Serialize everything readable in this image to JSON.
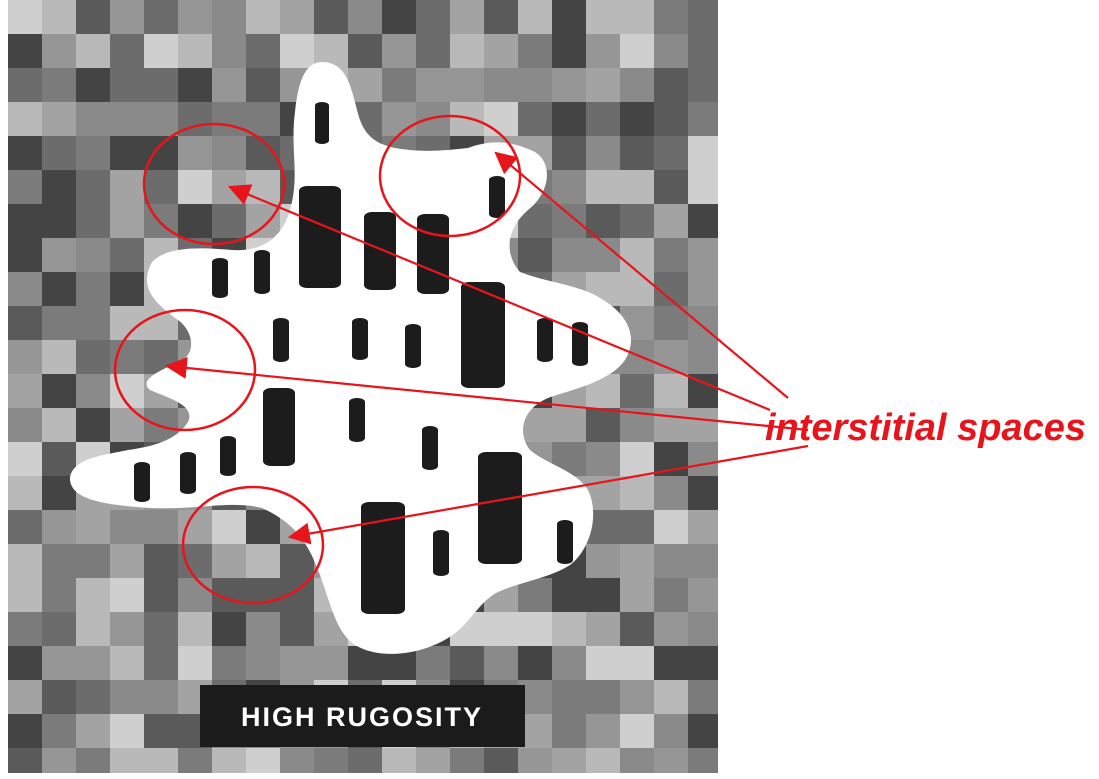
{
  "banner": {
    "label": "HIGH RUGOSITY"
  },
  "callout": {
    "label": "interstitial spaces"
  },
  "colors": {
    "annotation": "#e8141b",
    "banner_bg": "#1b1b1b",
    "banner_text": "#ffffff",
    "blob_fill": "#ffffff",
    "cylinder_fill": "#1c1c1c",
    "tile_shades": [
      "#8a8a8a",
      "#a3a3a3",
      "#b9b9b9",
      "#6c6c6c",
      "#5a5a5a",
      "#cfcfcf",
      "#7b7b7b",
      "#969696",
      "#444444"
    ]
  },
  "icons": {
    "highlight_marker": "ellipse",
    "pointer": "arrow"
  }
}
